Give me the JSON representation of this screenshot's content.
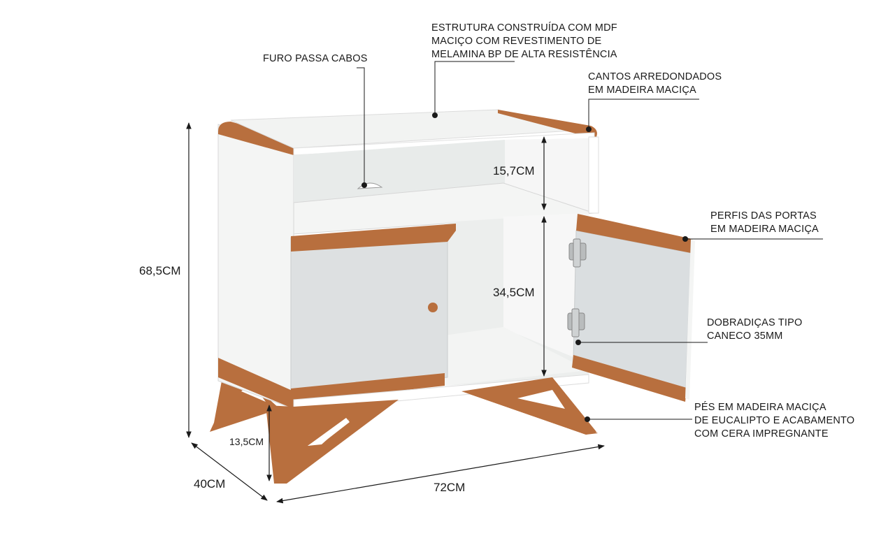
{
  "colors": {
    "wood": "#b86f3e",
    "wood_dark": "#8f4e26",
    "white_panel": "#f3f4f3",
    "door_gray": "#dcdfe0",
    "ink": "#1a1a1a"
  },
  "annotations": {
    "structure": [
      "ESTRUTURA CONSTRUÍDA COM MDF",
      "MACIÇO COM REVESTIMENTO DE",
      "MELAMINA BP DE ALTA RESISTÊNCIA"
    ],
    "cable_hole": [
      "FURO PASSA CABOS"
    ],
    "corners": [
      "CANTOS ARREDONDADOS",
      "EM MADEIRA MACIÇA"
    ],
    "door_profiles": [
      "PERFIS DAS PORTAS",
      "EM MADEIRA MACIÇA"
    ],
    "hinges": [
      "DOBRADIÇAS TIPO",
      "CANECO 35MM"
    ],
    "feet": [
      "PÉS EM MADEIRA MACIÇA",
      "DE EUCALIPTO E ACABAMENTO",
      "COM CERA IMPREGNANTE"
    ]
  },
  "dimensions": {
    "total_height": "68,5CM",
    "upper_niche": "15,7CM",
    "lower_niche": "34,5CM",
    "leg_height": "13,5CM",
    "depth": "40CM",
    "width": "72CM"
  }
}
